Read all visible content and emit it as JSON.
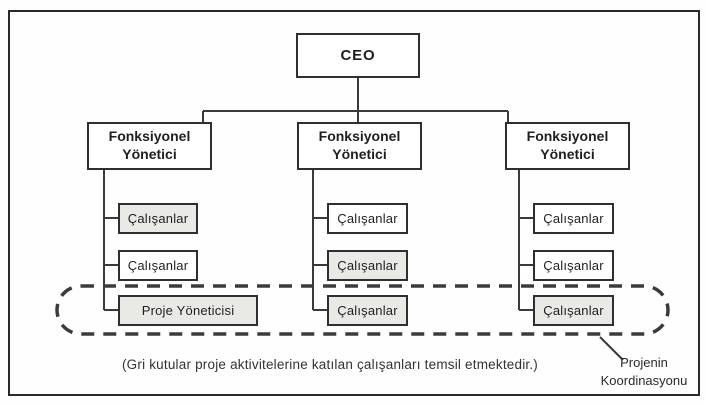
{
  "diagram": {
    "type": "org-chart",
    "root": {
      "label": "CEO"
    },
    "columns": [
      {
        "manager_label": "Fonksiyonel Yönetici",
        "children": [
          {
            "label": "Çalışanlar",
            "gray": true
          },
          {
            "label": "Çalışanlar",
            "gray": false
          },
          {
            "label": "Proje Yöneticisi",
            "gray": true
          }
        ]
      },
      {
        "manager_label": "Fonksiyonel Yönetici",
        "children": [
          {
            "label": "Çalışanlar",
            "gray": false
          },
          {
            "label": "Çalışanlar",
            "gray": true
          },
          {
            "label": "Çalışanlar",
            "gray": true
          }
        ]
      },
      {
        "manager_label": "Fonksiyonel Yönetici",
        "children": [
          {
            "label": "Çalışanlar",
            "gray": false
          },
          {
            "label": "Çalışanlar",
            "gray": false
          },
          {
            "label": "Çalışanlar",
            "gray": true
          }
        ]
      }
    ],
    "coordination": {
      "line1": "Projenin",
      "line2": "Koordinasyonu"
    },
    "caption": "(Gri kutular proje aktivitelerine katılan çalışanları temsil etmektedir.)",
    "colors": {
      "gray_box": "#e9e9e6",
      "line": "#3a3a3a",
      "box_border": "#2f2f2f",
      "dashed_outline": "#3b3b3b",
      "background": "#fefefe"
    }
  }
}
